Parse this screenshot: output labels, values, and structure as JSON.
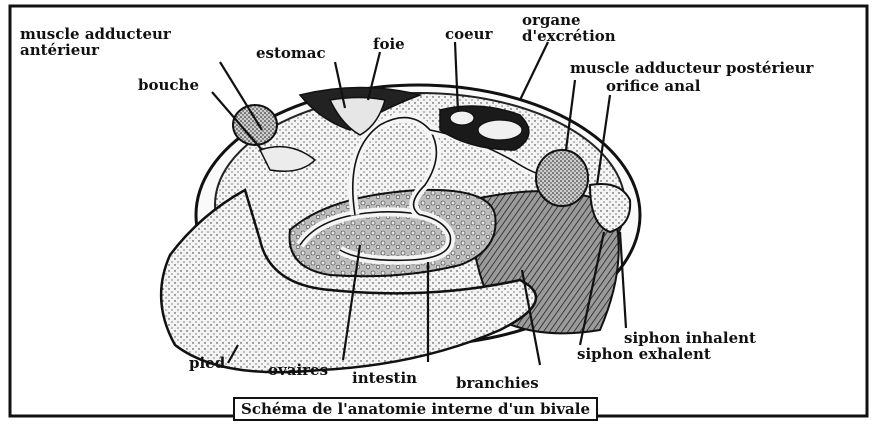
{
  "diagram": {
    "caption": "Schéma de l'anatomie interne d'un bivale",
    "labels": {
      "muscle_adducteur_anterieur_l1": "muscle adducteur",
      "muscle_adducteur_anterieur_l2": "antérieur",
      "estomac": "estomac",
      "foie": "foie",
      "coeur": "coeur",
      "organe_excretion_l1": "organe",
      "organe_excretion_l2": "d'excrétion",
      "muscle_adducteur_posterieur": "muscle adducteur postérieur",
      "orifice_anal": "orifice anal",
      "bouche": "bouche",
      "siphon_inhalent": "siphon inhalent",
      "siphon_exhalent": "siphon exhalent",
      "pied": "pied",
      "ovaires": "ovaires",
      "intestin": "intestin",
      "branchies": "branchies"
    }
  }
}
